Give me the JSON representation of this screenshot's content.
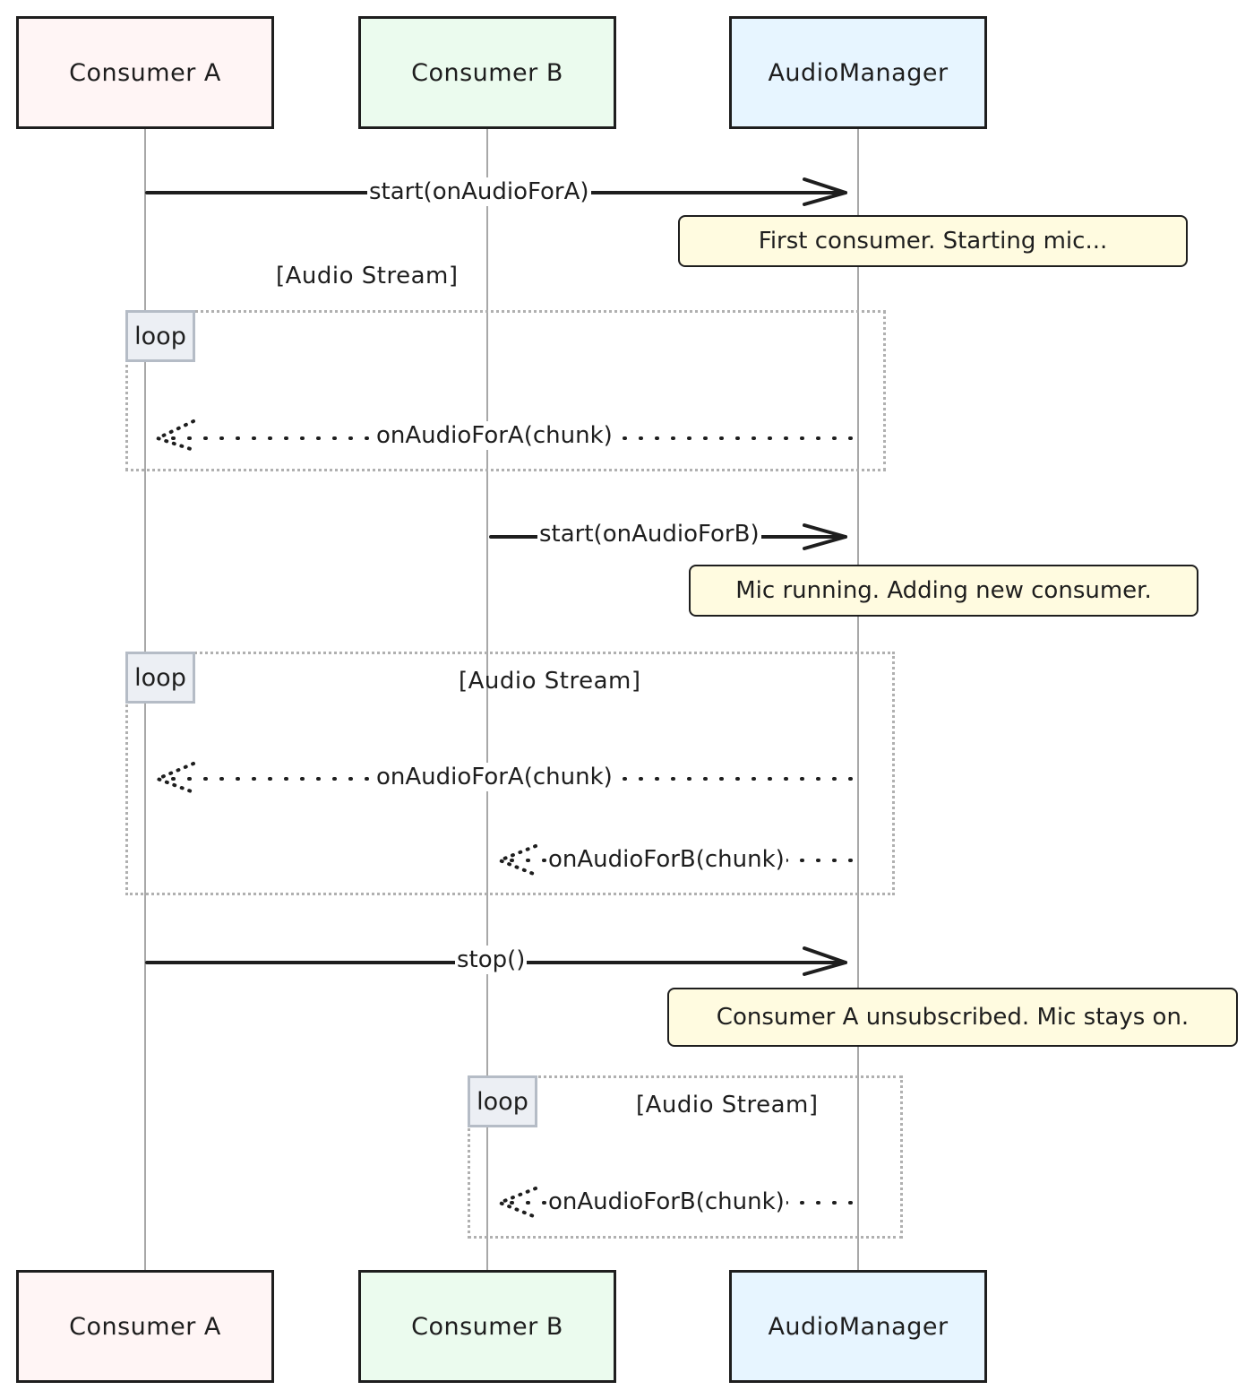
{
  "participants": [
    {
      "id": "A",
      "label": "Consumer A",
      "fill": "#fff5f5"
    },
    {
      "id": "B",
      "label": "Consumer B",
      "fill": "#ebfbee"
    },
    {
      "id": "M",
      "label": "AudioManager",
      "fill": "#e7f5ff"
    }
  ],
  "messages": [
    {
      "from": "A",
      "to": "M",
      "label": "start(onAudioForA)",
      "style": "solid"
    },
    {
      "from": "M",
      "to": "A",
      "label": "onAudioForA(chunk)",
      "style": "dotted"
    },
    {
      "from": "B",
      "to": "M",
      "label": "start(onAudioForB)",
      "style": "solid"
    },
    {
      "from": "M",
      "to": "A",
      "label": "onAudioForA(chunk)",
      "style": "dotted"
    },
    {
      "from": "M",
      "to": "B",
      "label": "onAudioForB(chunk)",
      "style": "dotted"
    },
    {
      "from": "A",
      "to": "M",
      "label": "stop()",
      "style": "solid"
    },
    {
      "from": "M",
      "to": "B",
      "label": "onAudioForB(chunk)",
      "style": "dotted"
    }
  ],
  "notes": [
    {
      "label": "First consumer. Starting mic..."
    },
    {
      "label": "Mic running. Adding new consumer."
    },
    {
      "label": "Consumer A unsubscribed. Mic stays on."
    }
  ],
  "loops": [
    {
      "tag": "loop",
      "condition": "[Audio Stream]"
    },
    {
      "tag": "loop",
      "condition": "[Audio Stream]"
    },
    {
      "tag": "loop",
      "condition": "[Audio Stream]"
    }
  ],
  "colors": {
    "ink": "#1e1e1e",
    "lifeline": "#a8a8a8",
    "note_fill": "#fffbe0",
    "loop_border": "#b0b0b0",
    "loop_tag_fill": "#eceff4"
  }
}
